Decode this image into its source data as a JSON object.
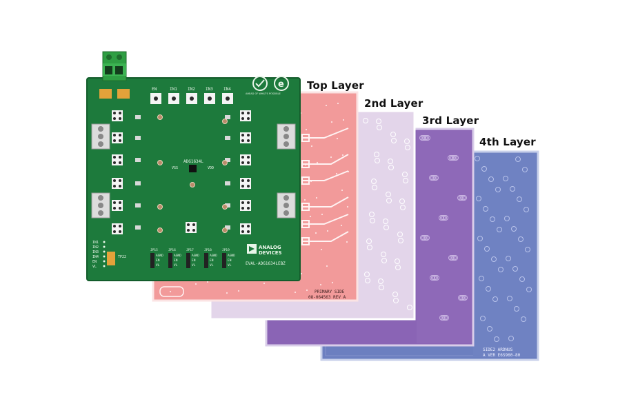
{
  "layer_labels": {
    "top": "Top Layer",
    "second": "2nd Layer",
    "third": "3rd Layer",
    "fourth": "4th Layer"
  },
  "board": {
    "chip_label": "ADG1634L",
    "brand_line1": "ANALOG",
    "brand_line2": "DEVICES",
    "brand_tagline": "AHEAD OF WHAT'S POSSIBLE",
    "model": "EVAL-ADG1634LEBZ",
    "top_headers": [
      "EN",
      "IN1",
      "IN2",
      "IN3",
      "IN4"
    ],
    "bottom_jumpers": [
      "JP15",
      "JP16",
      "JP17",
      "JP18",
      "JP19"
    ],
    "bottom_labels": [
      "AGND",
      "EN",
      "VL"
    ],
    "left_pins": [
      "IN1",
      "IN2",
      "IN3",
      "IN4",
      "EN",
      "VL"
    ],
    "vss": "VSS",
    "vdd": "VDD",
    "tp_ref": "TP22"
  },
  "layer_text": {
    "top_silk_1": "PRIMARY SIDE",
    "top_silk_2": "08-064563 REV A",
    "fourth_silk_1": "SIDE2 ARDNUS",
    "fourth_silk_2": "A VER E6S960-80"
  },
  "colors": {
    "pcb_green": "#1d7a3c",
    "top_layer": "#f29a9a",
    "second_layer": "#e3d5ea",
    "third_layer": "#8a64b5",
    "fourth_layer": "#6c7fc0",
    "connector_green": "#2f9e43"
  }
}
